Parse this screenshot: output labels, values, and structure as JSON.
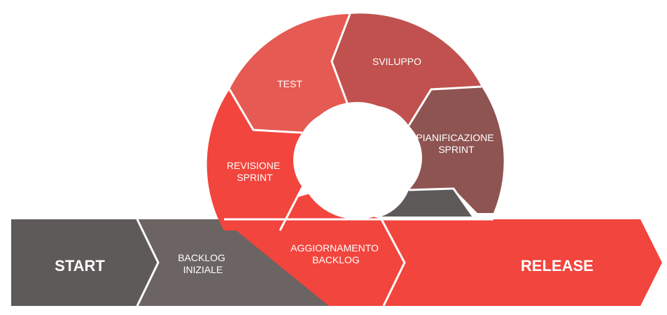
{
  "colors": {
    "dark_gray": "#5e5a59",
    "mid_gray": "#6b6463",
    "red": "#f2453d",
    "test_red": "#e55a52",
    "sviluppo": "#c0514e",
    "pianificazione": "#8e5452"
  },
  "steps": {
    "start": "START",
    "backlog_iniziale": [
      "BACKLOG",
      "INIZIALE"
    ],
    "aggiornamento_backlog": [
      "AGGIORNAMENTO",
      "BACKLOG"
    ],
    "release": "RELEASE",
    "revisione_sprint": [
      "REVISIONE",
      "SPRINT"
    ],
    "test": "TEST",
    "sviluppo": "SVILUPPO",
    "pianificazione_sprint": [
      "PIANIFICAZIONE",
      "SPRINT"
    ]
  }
}
